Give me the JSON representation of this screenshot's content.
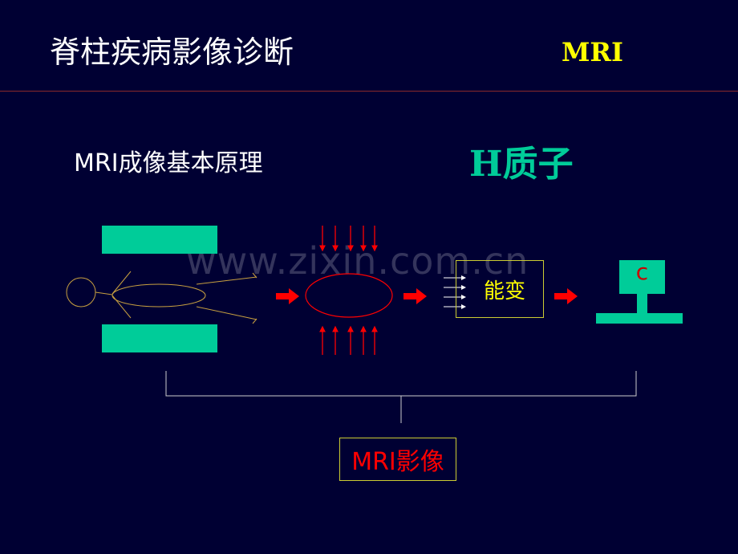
{
  "header": {
    "title": "脊柱疾病影像诊断",
    "tag": "MRI"
  },
  "subtitle": "MRI成像基本原理",
  "proton_label": "H质子",
  "watermark": "www.zixin.com.cn",
  "energy_box": {
    "label": "能变"
  },
  "monitor": {
    "letter": "c"
  },
  "result_box": {
    "label": "MRI影像"
  },
  "colors": {
    "background": "#000033",
    "accent_green": "#00cc99",
    "arrow_red": "#ff0000",
    "label_yellow": "#ffff00",
    "rule": "#8b2a2a"
  }
}
